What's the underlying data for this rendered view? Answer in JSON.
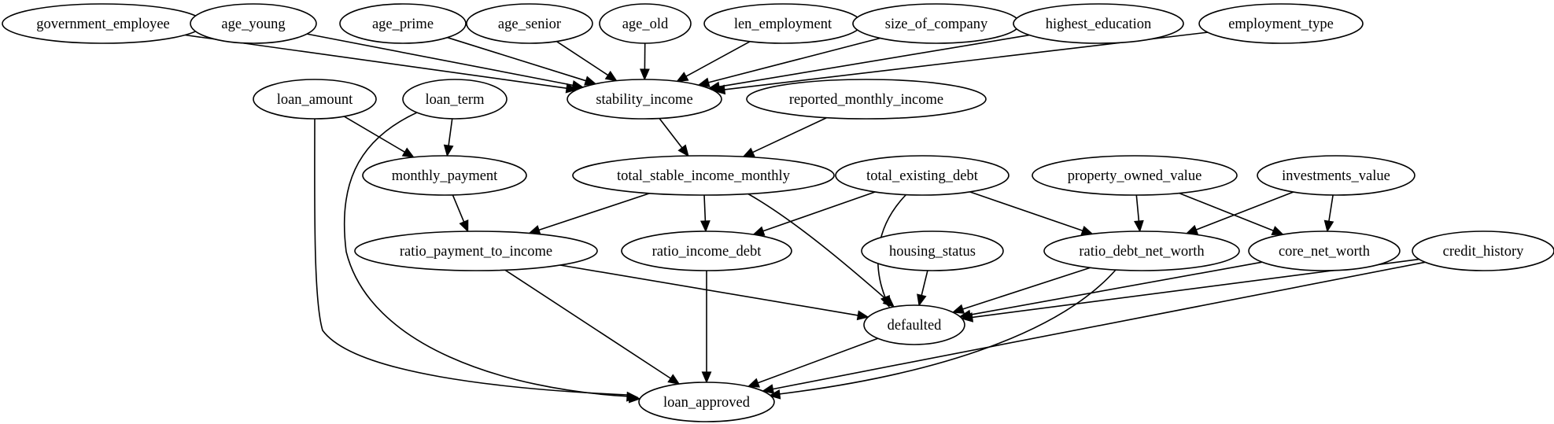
{
  "graph": {
    "colors": {
      "stroke": "#000000",
      "node_fill": "#ffffff",
      "background": "#ffffff"
    },
    "nodes": {
      "government_employee": "government_employee",
      "age_young": "age_young",
      "age_prime": "age_prime",
      "age_senior": "age_senior",
      "age_old": "age_old",
      "len_employment": "len_employment",
      "size_of_company": "size_of_company",
      "highest_education": "highest_education",
      "employment_type": "employment_type",
      "loan_amount": "loan_amount",
      "loan_term": "loan_term",
      "stability_income": "stability_income",
      "reported_monthly_income": "reported_monthly_income",
      "monthly_payment": "monthly_payment",
      "total_stable_income_monthly": "total_stable_income_monthly",
      "total_existing_debt": "total_existing_debt",
      "property_owned_value": "property_owned_value",
      "investments_value": "investments_value",
      "ratio_payment_to_income": "ratio_payment_to_income",
      "ratio_income_debt": "ratio_income_debt",
      "housing_status": "housing_status",
      "ratio_debt_net_worth": "ratio_debt_net_worth",
      "core_net_worth": "core_net_worth",
      "credit_history": "credit_history",
      "defaulted": "defaulted",
      "loan_approved": "loan_approved"
    },
    "edges": [
      [
        "government_employee",
        "stability_income"
      ],
      [
        "age_young",
        "stability_income"
      ],
      [
        "age_prime",
        "stability_income"
      ],
      [
        "age_senior",
        "stability_income"
      ],
      [
        "age_old",
        "stability_income"
      ],
      [
        "len_employment",
        "stability_income"
      ],
      [
        "size_of_company",
        "stability_income"
      ],
      [
        "highest_education",
        "stability_income"
      ],
      [
        "employment_type",
        "stability_income"
      ],
      [
        "loan_amount",
        "monthly_payment"
      ],
      [
        "loan_amount",
        "loan_approved"
      ],
      [
        "loan_term",
        "monthly_payment"
      ],
      [
        "loan_term",
        "loan_approved"
      ],
      [
        "stability_income",
        "total_stable_income_monthly"
      ],
      [
        "reported_monthly_income",
        "total_stable_income_monthly"
      ],
      [
        "monthly_payment",
        "ratio_payment_to_income"
      ],
      [
        "total_stable_income_monthly",
        "ratio_payment_to_income"
      ],
      [
        "total_stable_income_monthly",
        "ratio_income_debt"
      ],
      [
        "total_stable_income_monthly",
        "defaulted"
      ],
      [
        "total_existing_debt",
        "ratio_income_debt"
      ],
      [
        "total_existing_debt",
        "defaulted"
      ],
      [
        "total_existing_debt",
        "ratio_debt_net_worth"
      ],
      [
        "property_owned_value",
        "ratio_debt_net_worth"
      ],
      [
        "property_owned_value",
        "core_net_worth"
      ],
      [
        "investments_value",
        "ratio_debt_net_worth"
      ],
      [
        "investments_value",
        "core_net_worth"
      ],
      [
        "ratio_payment_to_income",
        "defaulted"
      ],
      [
        "ratio_payment_to_income",
        "loan_approved"
      ],
      [
        "ratio_income_debt",
        "loan_approved"
      ],
      [
        "housing_status",
        "defaulted"
      ],
      [
        "ratio_debt_net_worth",
        "defaulted"
      ],
      [
        "ratio_debt_net_worth",
        "loan_approved"
      ],
      [
        "core_net_worth",
        "defaulted"
      ],
      [
        "credit_history",
        "defaulted"
      ],
      [
        "credit_history",
        "loan_approved"
      ],
      [
        "defaulted",
        "loan_approved"
      ]
    ]
  }
}
